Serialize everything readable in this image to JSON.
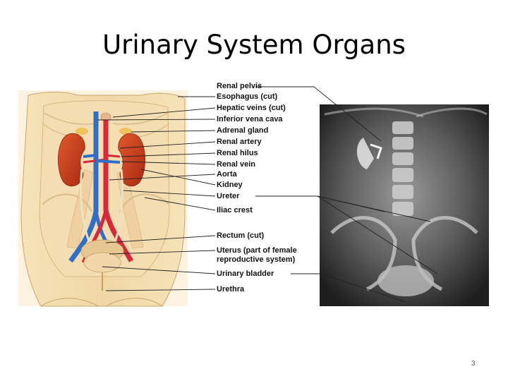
{
  "slide": {
    "title": "Urinary System Organs",
    "page_number": "3"
  },
  "figure": {
    "labels": [
      "Renal pelvis",
      "Esophagus (cut)",
      "Hepatic veins (cut)",
      "Inferior vena cava",
      "Adrenal gland",
      "Renal artery",
      "Renal hilus",
      "Renal vein",
      "Aorta",
      "Kidney",
      "Ureter",
      "Iliac crest",
      "Rectum (cut)",
      "Uterus (part of female reproductive system)",
      "Urinary bladder",
      "Urethra"
    ]
  },
  "colors": {
    "kidney": "#c8401e",
    "vein_blue": "#2f6fc8",
    "artery_red": "#d8283a",
    "skin": "#f3dcae",
    "xray_dark": "#1c1c1c"
  }
}
